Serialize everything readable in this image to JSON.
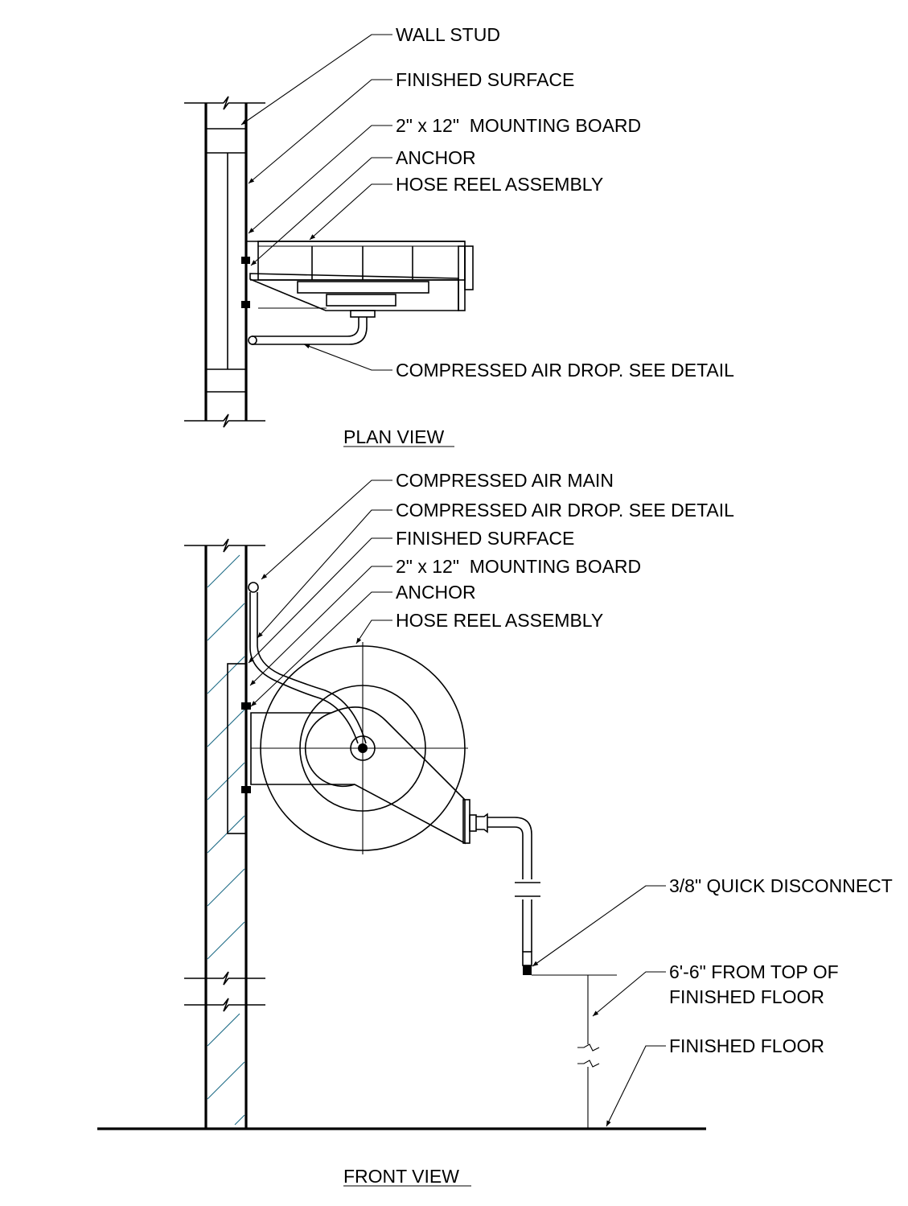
{
  "plan_view": {
    "title": "PLAN VIEW",
    "labels": {
      "wall_stud": "WALL STUD",
      "finished_surface": "FINISHED SURFACE",
      "mounting_board": "2\" x 12\"  MOUNTING BOARD",
      "anchor": "ANCHOR",
      "hose_reel": "HOSE REEL ASSEMBLY",
      "air_drop": "COMPRESSED AIR DROP. SEE DETAIL"
    }
  },
  "front_view": {
    "title": "FRONT VIEW",
    "labels": {
      "air_main": "COMPRESSED AIR MAIN",
      "air_drop": "COMPRESSED AIR DROP. SEE DETAIL",
      "finished_surface": "FINISHED SURFACE",
      "mounting_board": "2\" x 12\"  MOUNTING BOARD",
      "anchor": "ANCHOR",
      "hose_reel": "HOSE REEL ASSEMBLY",
      "quick_disconnect": "3/8\" QUICK DISCONNECT",
      "height_line1": "6'-6\" FROM TOP OF",
      "height_line2": "FINISHED FLOOR",
      "finished_floor": "FINISHED FLOOR"
    }
  }
}
